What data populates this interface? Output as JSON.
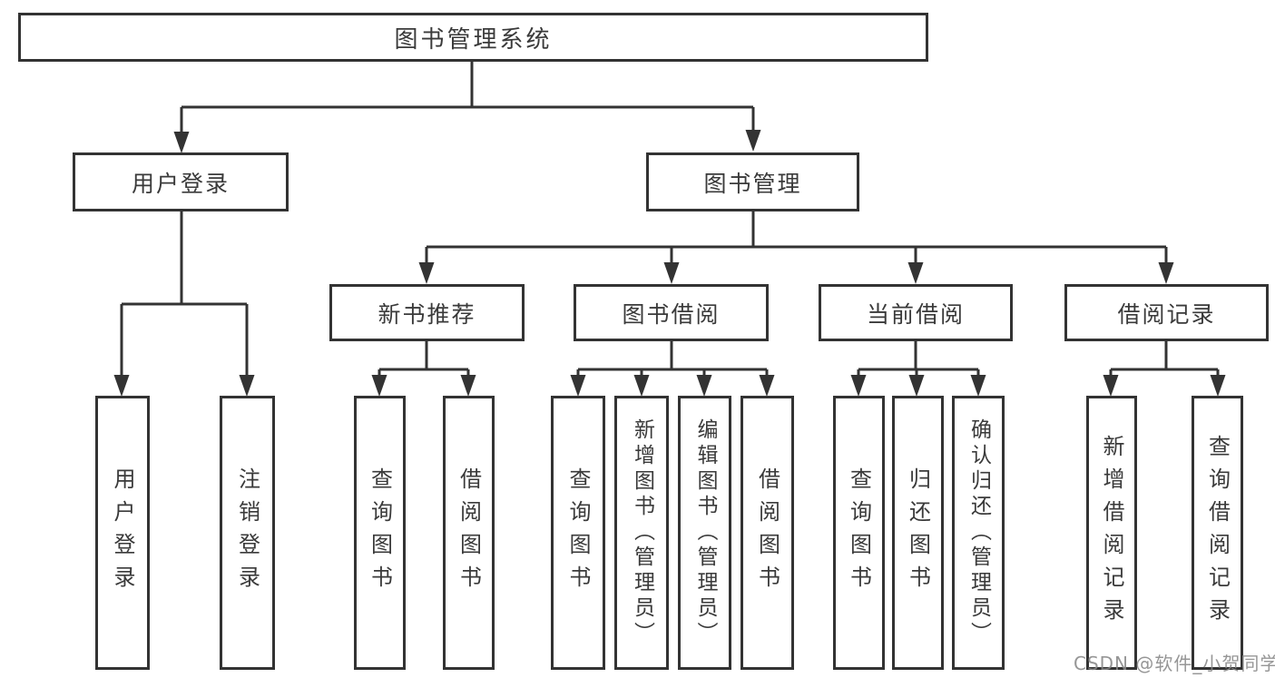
{
  "diagram": {
    "title": "图书管理系统",
    "level2": {
      "user_login": "用户登录",
      "book_mgmt": "图书管理"
    },
    "level3": {
      "new_books": "新书推荐",
      "book_borrow": "图书借阅",
      "current_borrow": "当前借阅",
      "borrow_records": "借阅记录"
    },
    "leaves": {
      "user_login": "用户登录",
      "logout": "注销登录",
      "nb_query": "查询图书",
      "nb_borrow": "借阅图书",
      "bb_query": "查询图书",
      "bb_add": "新增图书（管理员）",
      "bb_edit": "编辑图书（管理员）",
      "bb_borrow": "借阅图书",
      "cb_query": "查询图书",
      "cb_return": "归还图书",
      "cb_confirm": "确认归还（管理员）",
      "br_add": "新增借阅记录",
      "br_query": "查询借阅记录"
    },
    "hierarchy": {
      "图书管理系统": [
        "用户登录",
        "图书管理"
      ],
      "用户登录": [
        "用户登录",
        "注销登录"
      ],
      "图书管理": [
        "新书推荐",
        "图书借阅",
        "当前借阅",
        "借阅记录"
      ],
      "新书推荐": [
        "查询图书",
        "借阅图书"
      ],
      "图书借阅": [
        "查询图书",
        "新增图书（管理员）",
        "编辑图书（管理员）",
        "借阅图书"
      ],
      "当前借阅": [
        "查询图书",
        "归还图书",
        "确认归还（管理员）"
      ],
      "借阅记录": [
        "新增借阅记录",
        "查询借阅记录"
      ]
    }
  },
  "watermark": {
    "text": "CSDN @软件_小贺同学",
    "color": "#878787"
  },
  "colors": {
    "line": "#333333",
    "box_border": "#333333",
    "box_fill": "#ffffff",
    "text": "#3a3a3a",
    "background": "#ffffff"
  }
}
